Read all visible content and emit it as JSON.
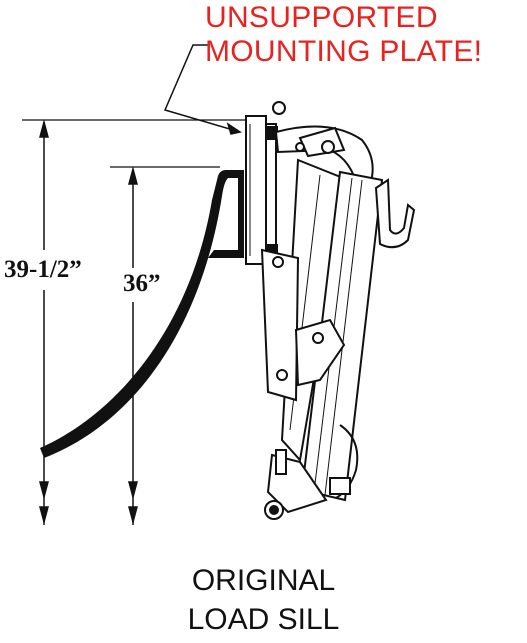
{
  "warning": {
    "line1": "UNSUPPORTED",
    "line2": "MOUNTING PLATE!",
    "color": "#e8231f"
  },
  "dimensions": {
    "overall_height": "39-1/2”",
    "sill_height": "36”"
  },
  "caption": {
    "line1": "ORIGINAL",
    "line2": "LOAD SILL"
  }
}
